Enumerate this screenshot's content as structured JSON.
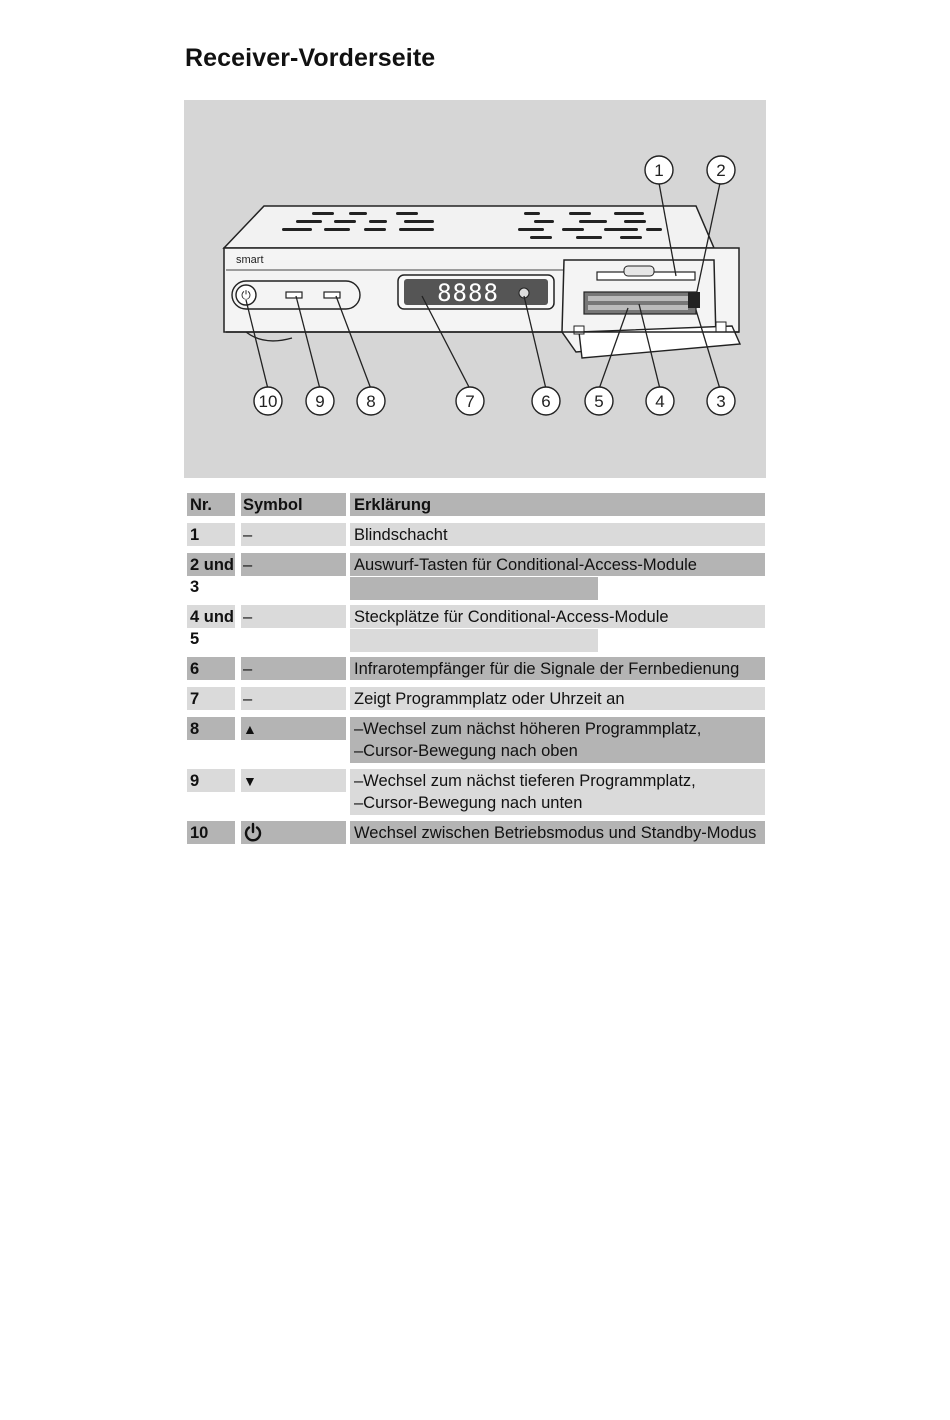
{
  "title": "Receiver-Vorderseite",
  "figure": {
    "brand": "smart",
    "display": "8888",
    "callouts": [
      "1",
      "2",
      "3",
      "4",
      "5",
      "6",
      "7",
      "8",
      "9",
      "10"
    ]
  },
  "table": {
    "headers": {
      "nr": "Nr.",
      "symbol": "Symbol",
      "explanation": "Erklärung"
    },
    "rows": [
      {
        "nr": "1",
        "symbol": "–",
        "lines": [
          "Blindschacht"
        ]
      },
      {
        "nr": "2 und 3",
        "symbol": "–",
        "lines": [
          "Auswurf-Tasten für Conditional-Access-Module"
        ]
      },
      {
        "nr": "4 und 5",
        "symbol": "–",
        "lines": [
          "Steckplätze für Conditional-Access-Module"
        ]
      },
      {
        "nr": "6",
        "symbol": "–",
        "lines": [
          "Infrarotempfänger für die Signale der Fernbedienung"
        ]
      },
      {
        "nr": "7",
        "symbol": "–",
        "lines": [
          "Zeigt Programmplatz oder Uhrzeit an"
        ]
      },
      {
        "nr": "8",
        "symbol": "▲",
        "lines": [
          "–Wechsel zum nächst höheren Programmplatz,",
          "–Cursor-Bewegung nach oben"
        ]
      },
      {
        "nr": "9",
        "symbol": "▼",
        "lines": [
          "–Wechsel zum nächst tieferen Programmplatz,",
          "–Cursor-Bewegung nach unten"
        ]
      },
      {
        "nr": "10",
        "symbol": "power-icon",
        "lines": [
          "Wechsel zwischen Betriebsmodus und Standby-Modus"
        ]
      }
    ]
  },
  "colors": {
    "dark_band": "#b4b4b4",
    "light_band": "#dadada",
    "figure_bg": "#d6d6d6"
  }
}
